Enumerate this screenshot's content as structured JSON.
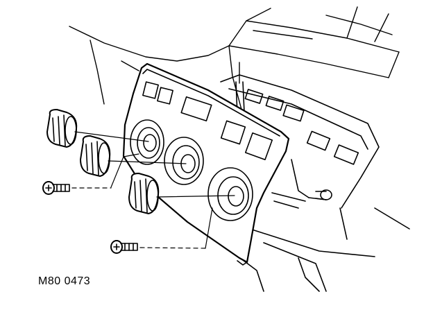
{
  "figure": {
    "reference_code": "M80 0473"
  },
  "colors": {
    "ink": "#000000",
    "paper": "#ffffff"
  },
  "parts": {
    "knob_icon": "rotary-knob",
    "screw_icon": "cross-head-screw"
  }
}
